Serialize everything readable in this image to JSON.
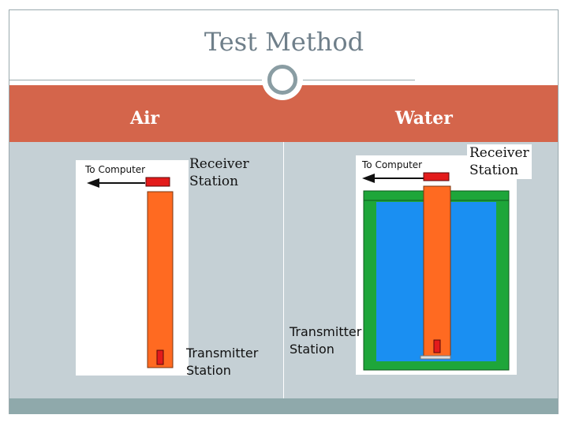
{
  "slide": {
    "title": "Test Method",
    "columns": {
      "air": "Air",
      "water": "Water"
    }
  },
  "air_panel": {
    "computer_label": "To Computer",
    "receiver_label_line1": "Receiver",
    "receiver_label_line2": "Station",
    "transmitter_label_line1": "Transmitter",
    "transmitter_label_line2": "Station"
  },
  "water_panel": {
    "computer_label": "To Computer",
    "receiver_label_line1": "Receiver",
    "receiver_label_line2": "Station",
    "transmitter_label_line1": "Transmitter",
    "transmitter_label_line2": "Station"
  },
  "colors": {
    "header": "#d4654b",
    "body": "#c5d0d5",
    "footer": "#8fa9ab",
    "pipe": "#ff6a21",
    "station": "#e31b1b",
    "water": "#1a8ff2",
    "tank": "#1ea63a"
  }
}
